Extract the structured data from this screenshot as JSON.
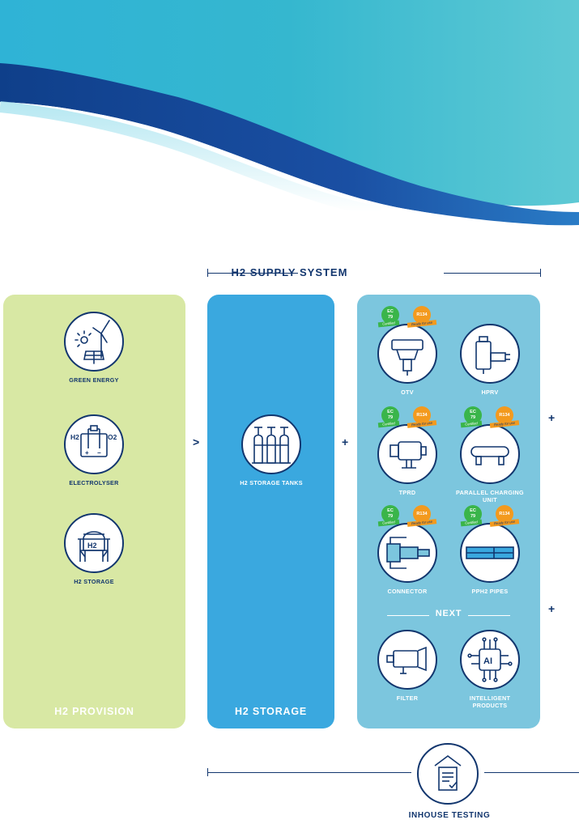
{
  "header": {
    "title": "H2 SUPPLY SYSTEM"
  },
  "panels": {
    "provision": {
      "label": "H2 PROVISION",
      "items": [
        "GREEN ENERGY",
        "ELECTROLYSER",
        "H2 STORAGE"
      ]
    },
    "storage": {
      "label": "H2 STORAGE",
      "items": [
        "H2 STORAGE TANKS"
      ]
    },
    "components": {
      "items": [
        "OTV",
        "HPRV",
        "TPRD",
        "PARALLEL CHARGING UNIT",
        "CONNECTOR",
        "PPH2 PIPES"
      ],
      "next_title": "NEXT",
      "next_items": [
        "FILTER",
        "INTELLIGENT PRODUCTS"
      ]
    }
  },
  "badges": {
    "ec_line1": "EC",
    "ec_line2": "79",
    "certified": "Certified",
    "r134": "R134",
    "ready": "Ready for use"
  },
  "operators": {
    "gt": ">",
    "plus": "+"
  },
  "icon_text": {
    "h2": "H2",
    "o2": "O2",
    "ai": "AI",
    "plus": "+",
    "minus": "−"
  },
  "footer": {
    "label": "INHOUSE TESTING"
  },
  "colors": {
    "navy": "#12366e",
    "provision_bg": "#d8e8a4",
    "storage_bg": "#3aa8df",
    "components_bg": "#7cc6de",
    "ec_badge": "#3ab54a",
    "r134_badge": "#f39a1e"
  },
  "icons": [
    "wind-solar-icon",
    "electrolyser-icon",
    "storage-tank-icon",
    "gas-cylinders-icon",
    "otv-valve-icon",
    "hprv-valve-icon",
    "tprd-icon",
    "charging-unit-icon",
    "connector-icon",
    "pipes-icon",
    "filter-icon",
    "ai-chip-icon",
    "testing-house-icon"
  ]
}
